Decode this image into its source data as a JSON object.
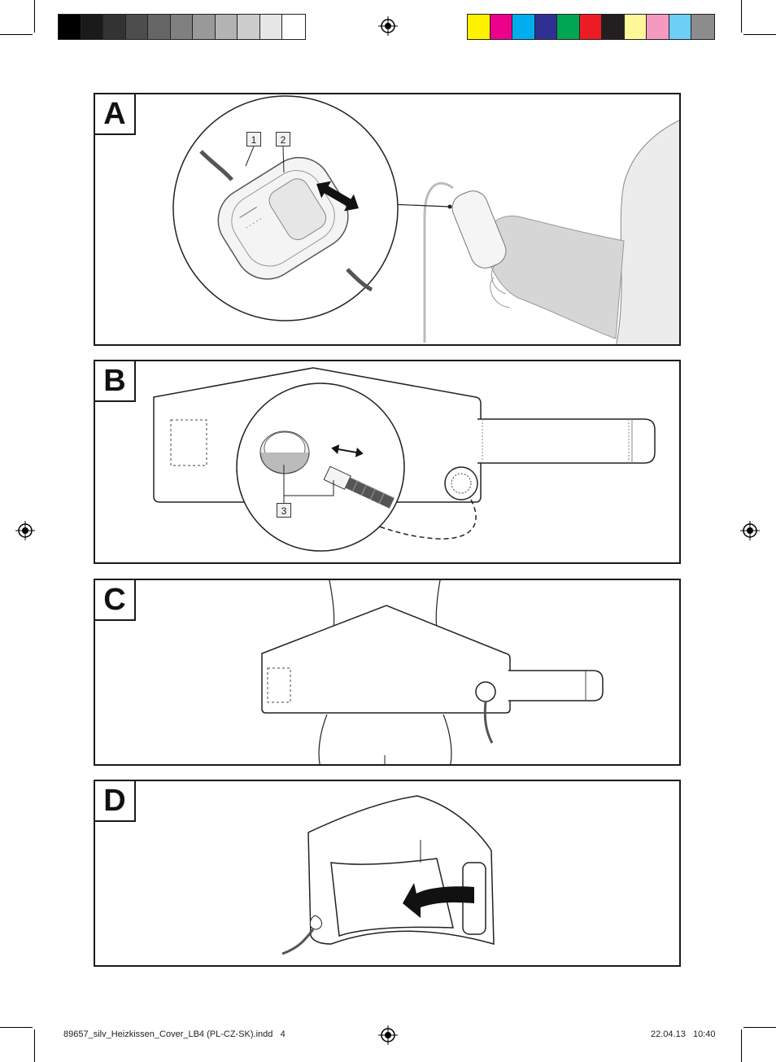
{
  "color_bars": {
    "grays": [
      "#000000",
      "#1a1a1a",
      "#333333",
      "#4d4d4d",
      "#666666",
      "#808080",
      "#999999",
      "#b3b3b3",
      "#cccccc",
      "#e6e6e6",
      "#ffffff"
    ],
    "colors": [
      "#fff200",
      "#ec008c",
      "#00aeef",
      "#2e3192",
      "#00a651",
      "#ed1c24",
      "#231f20",
      "#fff799",
      "#f49ac1",
      "#6dcff6",
      "#8c8c8c"
    ]
  },
  "panels": {
    "a": {
      "letter": "A",
      "callouts": [
        "1",
        "2"
      ]
    },
    "b": {
      "letter": "B",
      "callouts": [
        "3"
      ]
    },
    "c": {
      "letter": "C"
    },
    "d": {
      "letter": "D"
    }
  },
  "footer": {
    "file_name": "89657_silv_Heizkissen_Cover_LB4 (PL-CZ-SK).indd   4",
    "print_date": "22.04.13   10:40"
  }
}
